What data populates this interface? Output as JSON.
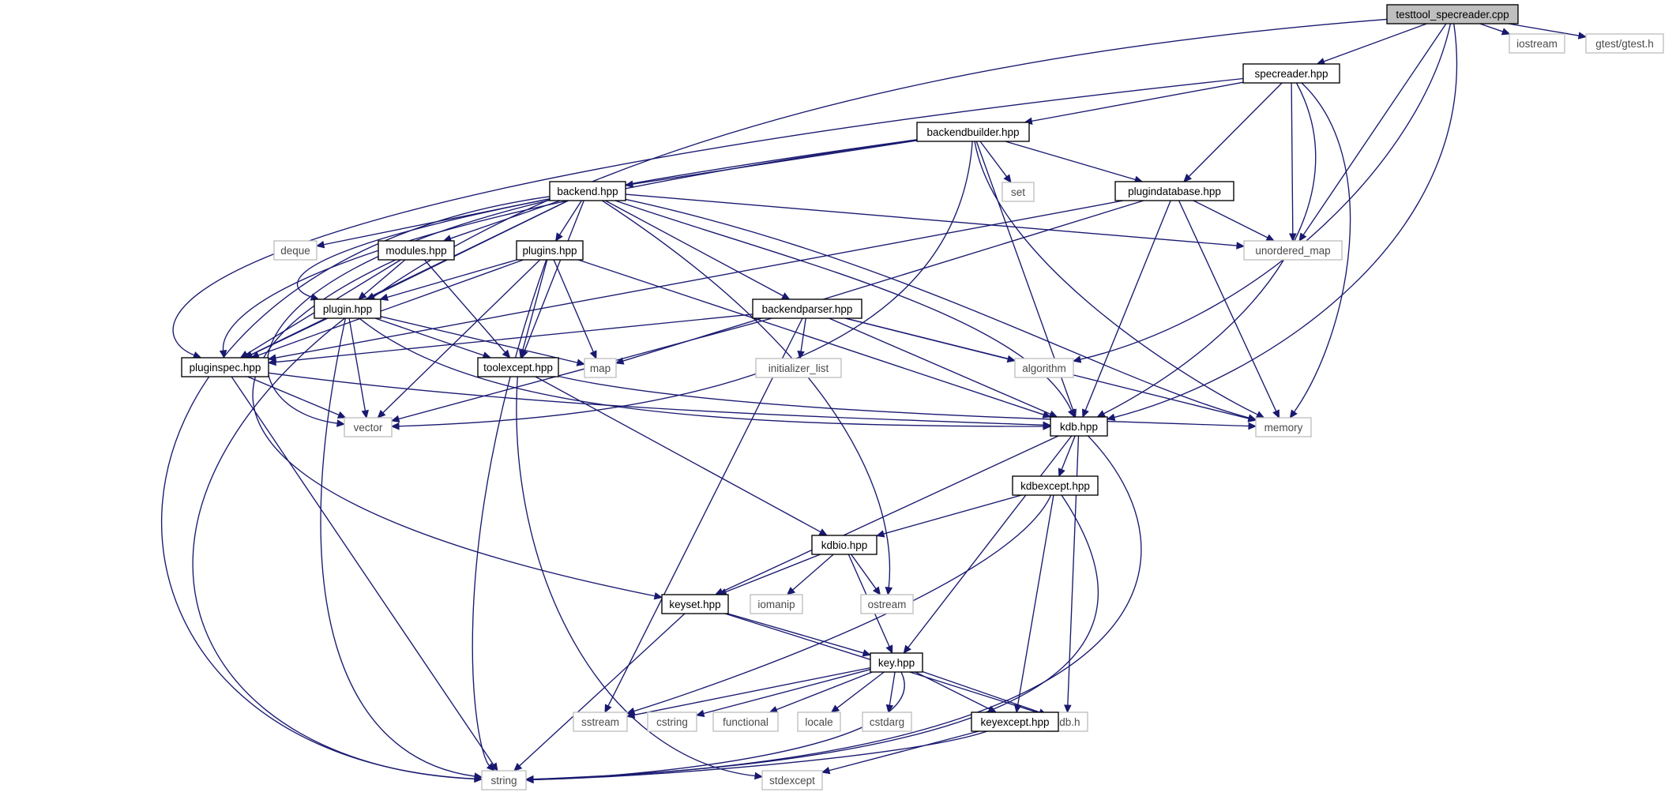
{
  "diagram": {
    "root": "testtool_specreader.cpp",
    "colors": {
      "edge": "#191970",
      "root_fill": "#bfbfbf",
      "external_border": "#bfbfbf",
      "node_border": "#000000"
    },
    "nodes": [
      {
        "id": "root",
        "label": "testtool_specreader.cpp",
        "kind": "root"
      },
      {
        "id": "iostream",
        "label": "iostream",
        "kind": "external"
      },
      {
        "id": "gtest",
        "label": "gtest/gtest.h",
        "kind": "external"
      },
      {
        "id": "specreader",
        "label": "specreader.hpp",
        "kind": "header"
      },
      {
        "id": "backendbuilder",
        "label": "backendbuilder.hpp",
        "kind": "header"
      },
      {
        "id": "set",
        "label": "set",
        "kind": "external"
      },
      {
        "id": "plugindatabase",
        "label": "plugindatabase.hpp",
        "kind": "header"
      },
      {
        "id": "backend",
        "label": "backend.hpp",
        "kind": "header"
      },
      {
        "id": "unordered_map",
        "label": "unordered_map",
        "kind": "external"
      },
      {
        "id": "deque",
        "label": "deque",
        "kind": "external"
      },
      {
        "id": "modules",
        "label": "modules.hpp",
        "kind": "header"
      },
      {
        "id": "plugins",
        "label": "plugins.hpp",
        "kind": "header"
      },
      {
        "id": "plugin",
        "label": "plugin.hpp",
        "kind": "header"
      },
      {
        "id": "backendparser",
        "label": "backendparser.hpp",
        "kind": "header"
      },
      {
        "id": "pluginspec",
        "label": "pluginspec.hpp",
        "kind": "header"
      },
      {
        "id": "toolexcept",
        "label": "toolexcept.hpp",
        "kind": "header"
      },
      {
        "id": "map",
        "label": "map",
        "kind": "external"
      },
      {
        "id": "initializer_list",
        "label": "initializer_list",
        "kind": "external"
      },
      {
        "id": "algorithm",
        "label": "algorithm",
        "kind": "external"
      },
      {
        "id": "vector",
        "label": "vector",
        "kind": "external"
      },
      {
        "id": "kdb_hpp",
        "label": "kdb.hpp",
        "kind": "header"
      },
      {
        "id": "memory",
        "label": "memory",
        "kind": "external"
      },
      {
        "id": "kdbexcept",
        "label": "kdbexcept.hpp",
        "kind": "header"
      },
      {
        "id": "kdbio",
        "label": "kdbio.hpp",
        "kind": "header"
      },
      {
        "id": "iomanip",
        "label": "iomanip",
        "kind": "external"
      },
      {
        "id": "ostream",
        "label": "ostream",
        "kind": "external"
      },
      {
        "id": "keyset",
        "label": "keyset.hpp",
        "kind": "header"
      },
      {
        "id": "key",
        "label": "key.hpp",
        "kind": "header"
      },
      {
        "id": "sstream",
        "label": "sstream",
        "kind": "external"
      },
      {
        "id": "cstring",
        "label": "cstring",
        "kind": "external"
      },
      {
        "id": "functional",
        "label": "functional",
        "kind": "external"
      },
      {
        "id": "locale",
        "label": "locale",
        "kind": "external"
      },
      {
        "id": "cstdarg",
        "label": "cstdarg",
        "kind": "external"
      },
      {
        "id": "kdb_h",
        "label": "kdb.h",
        "kind": "external"
      },
      {
        "id": "keyexcept",
        "label": "keyexcept.hpp",
        "kind": "header"
      },
      {
        "id": "string",
        "label": "string",
        "kind": "external"
      },
      {
        "id": "stdexcept",
        "label": "stdexcept",
        "kind": "external"
      }
    ],
    "edges": [
      [
        "root",
        "string"
      ],
      [
        "root",
        "specreader"
      ],
      [
        "root",
        "iostream"
      ],
      [
        "root",
        "gtest"
      ],
      [
        "root",
        "unordered_map"
      ],
      [
        "root",
        "algorithm"
      ],
      [
        "root",
        "kdb_hpp"
      ],
      [
        "specreader",
        "pluginspec"
      ],
      [
        "specreader",
        "backendbuilder"
      ],
      [
        "specreader",
        "plugindatabase"
      ],
      [
        "specreader",
        "unordered_map"
      ],
      [
        "specreader",
        "kdb_hpp"
      ],
      [
        "specreader",
        "memory"
      ],
      [
        "backendbuilder",
        "backend"
      ],
      [
        "backendbuilder",
        "plugin"
      ],
      [
        "backendbuilder",
        "pluginspec"
      ],
      [
        "backendbuilder",
        "set"
      ],
      [
        "backendbuilder",
        "plugindatabase"
      ],
      [
        "backendbuilder",
        "vector"
      ],
      [
        "backendbuilder",
        "memory"
      ],
      [
        "backendbuilder",
        "kdb_hpp"
      ],
      [
        "plugindatabase",
        "unordered_map"
      ],
      [
        "plugindatabase",
        "pluginspec"
      ],
      [
        "plugindatabase",
        "map"
      ],
      [
        "plugindatabase",
        "memory"
      ],
      [
        "plugindatabase",
        "kdb_hpp"
      ],
      [
        "backend",
        "string"
      ],
      [
        "backend",
        "vector"
      ],
      [
        "backend",
        "deque"
      ],
      [
        "backend",
        "modules"
      ],
      [
        "backend",
        "plugins"
      ],
      [
        "backend",
        "plugin"
      ],
      [
        "backend",
        "pluginspec"
      ],
      [
        "backend",
        "toolexcept"
      ],
      [
        "backend",
        "backendparser"
      ],
      [
        "backend",
        "ostream"
      ],
      [
        "backend",
        "unordered_map"
      ],
      [
        "backend",
        "memory"
      ],
      [
        "backend",
        "kdb_hpp"
      ],
      [
        "modules",
        "plugin"
      ],
      [
        "modules",
        "pluginspec"
      ],
      [
        "modules",
        "toolexcept"
      ],
      [
        "modules",
        "keyset"
      ],
      [
        "plugins",
        "plugin"
      ],
      [
        "plugins",
        "pluginspec"
      ],
      [
        "plugins",
        "toolexcept"
      ],
      [
        "plugins",
        "map"
      ],
      [
        "plugins",
        "vector"
      ],
      [
        "plugins",
        "string"
      ],
      [
        "plugins",
        "kdb_hpp"
      ],
      [
        "plugin",
        "pluginspec"
      ],
      [
        "plugin",
        "toolexcept"
      ],
      [
        "plugin",
        "map"
      ],
      [
        "plugin",
        "vector"
      ],
      [
        "plugin",
        "string"
      ],
      [
        "plugin",
        "kdb_hpp"
      ],
      [
        "backendparser",
        "pluginspec"
      ],
      [
        "backendparser",
        "initializer_list"
      ],
      [
        "backendparser",
        "algorithm"
      ],
      [
        "backendparser",
        "vector"
      ],
      [
        "backendparser",
        "sstream"
      ],
      [
        "backendparser",
        "memory"
      ],
      [
        "backendparser",
        "kdb_hpp"
      ],
      [
        "pluginspec",
        "vector"
      ],
      [
        "pluginspec",
        "kdb_hpp"
      ],
      [
        "pluginspec",
        "string"
      ],
      [
        "toolexcept",
        "kdbio"
      ],
      [
        "toolexcept",
        "stdexcept"
      ],
      [
        "toolexcept",
        "memory"
      ],
      [
        "kdb_hpp",
        "kdbexcept"
      ],
      [
        "kdb_hpp",
        "keyset"
      ],
      [
        "kdb_hpp",
        "key"
      ],
      [
        "kdb_hpp",
        "kdb_h"
      ],
      [
        "kdb_hpp",
        "string"
      ],
      [
        "kdbexcept",
        "kdbio"
      ],
      [
        "kdbexcept",
        "keyexcept"
      ],
      [
        "kdbexcept",
        "sstream"
      ],
      [
        "kdbexcept",
        "string"
      ],
      [
        "kdbio",
        "keyset"
      ],
      [
        "kdbio",
        "iomanip"
      ],
      [
        "kdbio",
        "ostream"
      ],
      [
        "kdbio",
        "key"
      ],
      [
        "keyset",
        "key"
      ],
      [
        "keyset",
        "kdb_h"
      ],
      [
        "keyset",
        "string"
      ],
      [
        "key",
        "sstream"
      ],
      [
        "key",
        "cstring"
      ],
      [
        "key",
        "functional"
      ],
      [
        "key",
        "locale"
      ],
      [
        "key",
        "cstdarg"
      ],
      [
        "key",
        "kdb_h"
      ],
      [
        "key",
        "keyexcept"
      ],
      [
        "key",
        "string"
      ],
      [
        "keyexcept",
        "string"
      ],
      [
        "keyexcept",
        "stdexcept"
      ]
    ]
  }
}
